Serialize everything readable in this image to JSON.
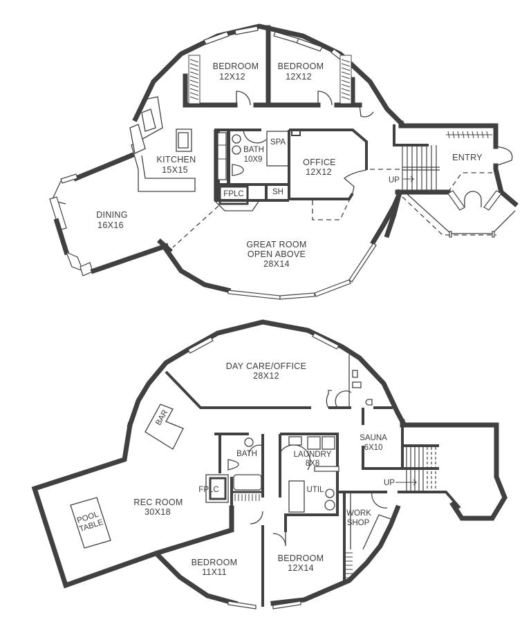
{
  "diagram": {
    "type": "floor-plan",
    "levels": [
      {
        "name": "upper_level",
        "rooms": [
          {
            "id": "bedroom1",
            "name": "BEDROOM",
            "size": "12X12"
          },
          {
            "id": "bedroom2",
            "name": "BEDROOM",
            "size": "12X12"
          },
          {
            "id": "kitchen",
            "name": "KITCHEN",
            "size": "15X15"
          },
          {
            "id": "bath",
            "name": "BATH",
            "size": "10X9"
          },
          {
            "id": "spa",
            "name": "SPA",
            "size": ""
          },
          {
            "id": "office",
            "name": "OFFICE",
            "size": "12X12"
          },
          {
            "id": "fplc",
            "name": "FPLC",
            "size": ""
          },
          {
            "id": "sh",
            "name": "SH",
            "size": ""
          },
          {
            "id": "dining",
            "name": "DINING",
            "size": "16X16"
          },
          {
            "id": "great_room",
            "name": "GREAT ROOM",
            "note": "OPEN ABOVE",
            "size": "28X14"
          },
          {
            "id": "entry",
            "name": "ENTRY",
            "size": ""
          }
        ],
        "stair_label": "UP"
      },
      {
        "name": "lower_level",
        "rooms": [
          {
            "id": "daycare",
            "name": "DAY CARE/OFFICE",
            "size": "28X12"
          },
          {
            "id": "bar",
            "name": "BAR",
            "size": ""
          },
          {
            "id": "bath",
            "name": "BATH",
            "size": ""
          },
          {
            "id": "laundry",
            "name": "LAUNDRY",
            "size": "8X8"
          },
          {
            "id": "util",
            "name": "UTIL",
            "size": ""
          },
          {
            "id": "sauna",
            "name": "SAUNA",
            "size": "6X10"
          },
          {
            "id": "fplc",
            "name": "FPLC",
            "size": ""
          },
          {
            "id": "rec_room",
            "name": "REC ROOM",
            "size": "30X18"
          },
          {
            "id": "pool_table",
            "name": "POOL",
            "name2": "TABLE",
            "size": ""
          },
          {
            "id": "workshop",
            "name": "WORK",
            "name2": "SHOP",
            "size": ""
          },
          {
            "id": "bedroom3",
            "name": "BEDROOM",
            "size": "11X11"
          },
          {
            "id": "bedroom4",
            "name": "BEDROOM",
            "size": "12X14"
          }
        ],
        "stair_label": "UP"
      }
    ],
    "colors": {
      "wall": "#404040",
      "background": "#ffffff",
      "text": "#3a3a3a"
    }
  }
}
